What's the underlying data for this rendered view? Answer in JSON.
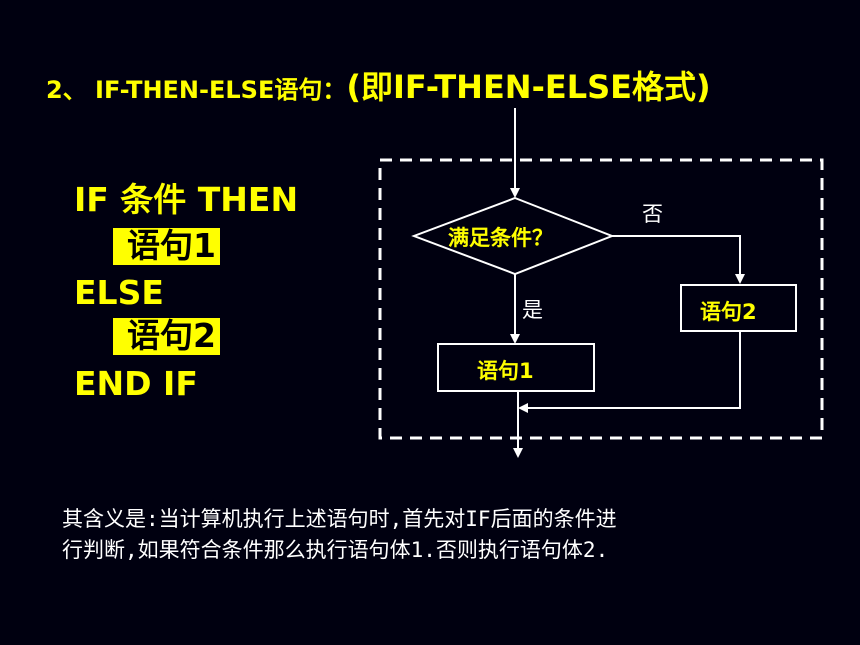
{
  "title": {
    "part1": "2、 IF-THEN-ELSE语句：",
    "part2": "(即IF-THEN-ELSE格式)"
  },
  "code": {
    "line1": "IF  条件  THEN",
    "line2": "语句1",
    "line3": "ELSE",
    "line4": "语句2",
    "line5": "END IF"
  },
  "flowchart": {
    "condition": "满足条件？",
    "no_label": "否",
    "yes_label": "是",
    "statement1": "语句1",
    "statement2": "语句2"
  },
  "description": {
    "line1": "其含义是:当计算机执行上述语句时,首先对IF后面的条件进",
    "line2": "行判断,如果符合条件那么执行语句体1.否则执行语句体2."
  },
  "colors": {
    "background": "#000010",
    "highlight": "#ffff00",
    "text": "#ffffff"
  }
}
